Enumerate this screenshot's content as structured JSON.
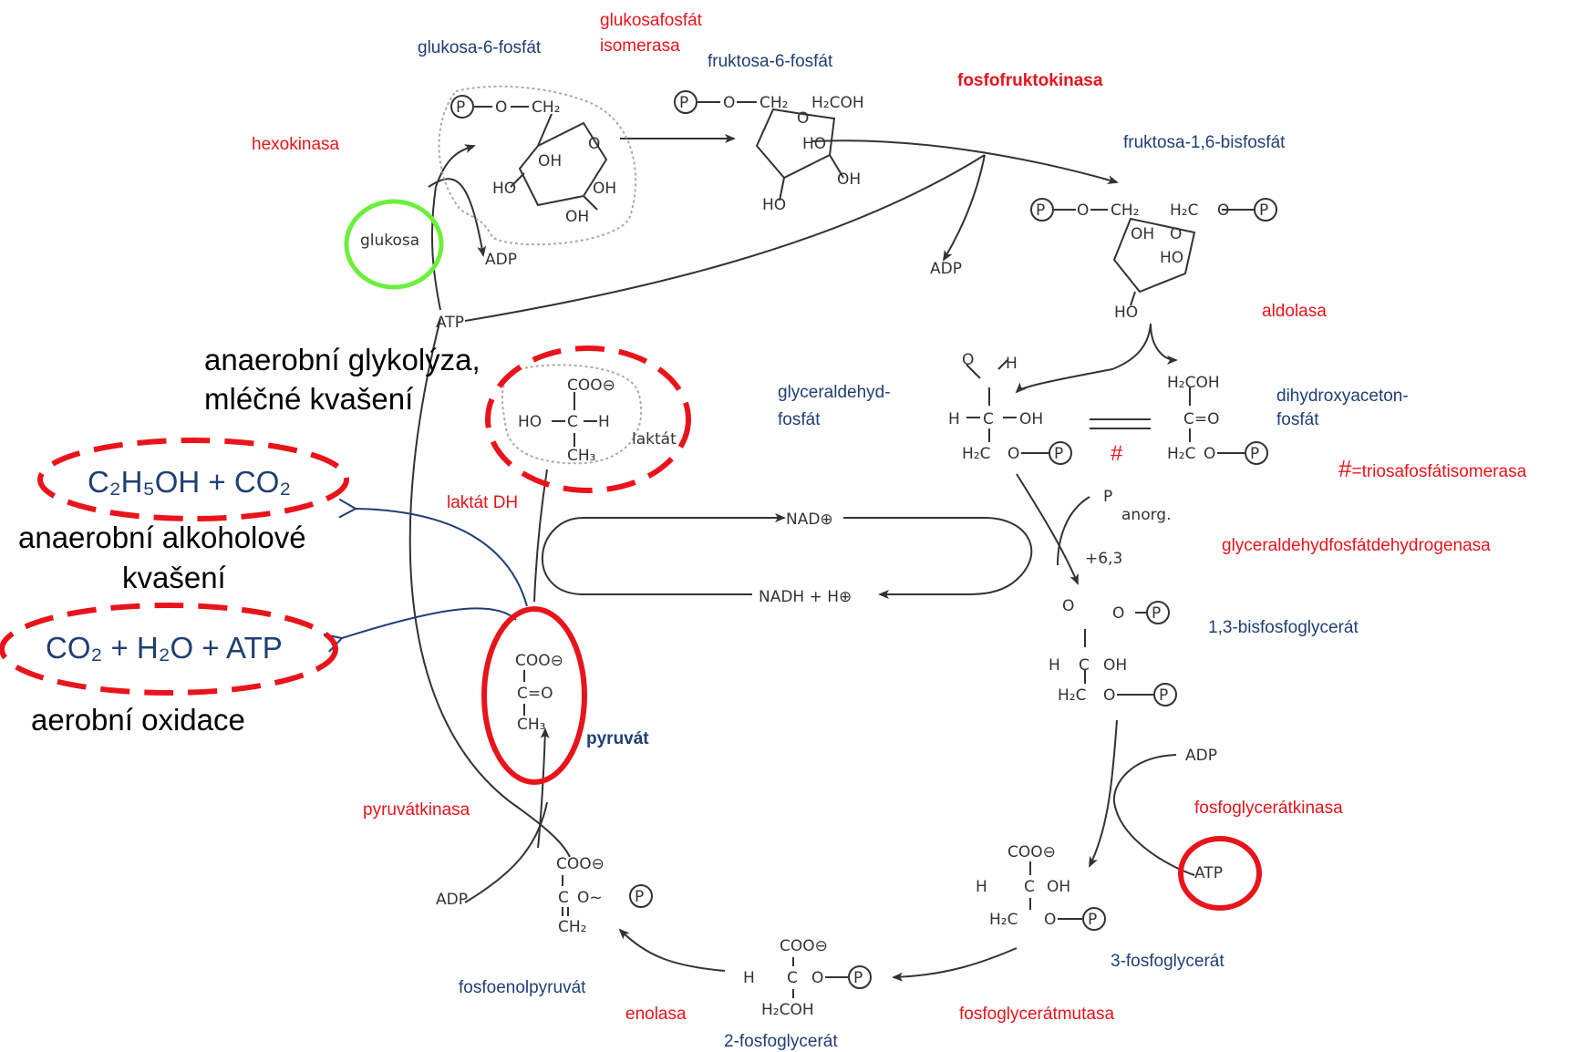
{
  "enzymes": {
    "hexokinase": "hexokinasa",
    "glucosephosphate_isomerase_1": "glukosafosfát",
    "glucosephosphate_isomerase_2": "isomerasa",
    "phosphofructokinase": "fosfofruktokinasa",
    "aldolase": "aldolasa",
    "triose_note_mark": "#",
    "triose_note": "=triosafosfátisomerasa",
    "gapdh": "glyceraldehydfosfátdehydrogenasa",
    "phosphoglycerate_kinase": "fosfoglycerátkinasa",
    "phosphoglycerate_mutase": "fosfoglycerátmutasa",
    "enolase": "enolasa",
    "pyruvate_kinase": "pyruvátkinasa",
    "lactate_dh": "laktát DH",
    "hash_mark": "#"
  },
  "metabolites": {
    "glucose_6_phosphate": "glukosa-6-fosfát",
    "fructose_6_phosphate": "fruktosa-6-fosfát",
    "fructose_1_6_bisphosphate": "fruktosa-1,6-bisfosfát",
    "gap_1": "glyceraldehyd-",
    "gap_2": "fosfát",
    "dhap_1": "dihydroxyaceton-",
    "dhap_2": "fosfát",
    "bpg": "1,3-bisfosfoglycerát",
    "pg3": "3-fosfoglycerát",
    "pg2": "2-fosfoglycerát",
    "pep": "fosfoenolpyruvát",
    "pyruvate": "pyruvát"
  },
  "pathways": {
    "anaerobic_glycolysis_1": "anaerobní glykolýza,",
    "anaerobic_glycolysis_2": "mléčné kvašení",
    "alcohol_fermentation_1": "anaerobní alkoholové",
    "alcohol_fermentation_2": "kvašení",
    "aerobic_oxidation": "aerobní oxidace"
  },
  "formulas": {
    "ethanol_co2": "C₂H₅OH + CO₂",
    "co2_h2o_atp": "CO₂ + H₂O + ATP"
  },
  "scan": {
    "glukosa": "glukosa",
    "adp": "ADP",
    "atp": "ATP",
    "laktat": "laktát",
    "nad": "NAD⊕",
    "nadh": "NADH + H⊕",
    "p_anorg": "anorg.",
    "p_letter": "P",
    "plus63": "+6,3"
  },
  "colors": {
    "enzyme_red": "#e8141b",
    "metabolite_blue": "#1f3f73",
    "highlight_green": "#6cf03c",
    "highlight_red": "#e8141b",
    "ink": "#333333"
  }
}
